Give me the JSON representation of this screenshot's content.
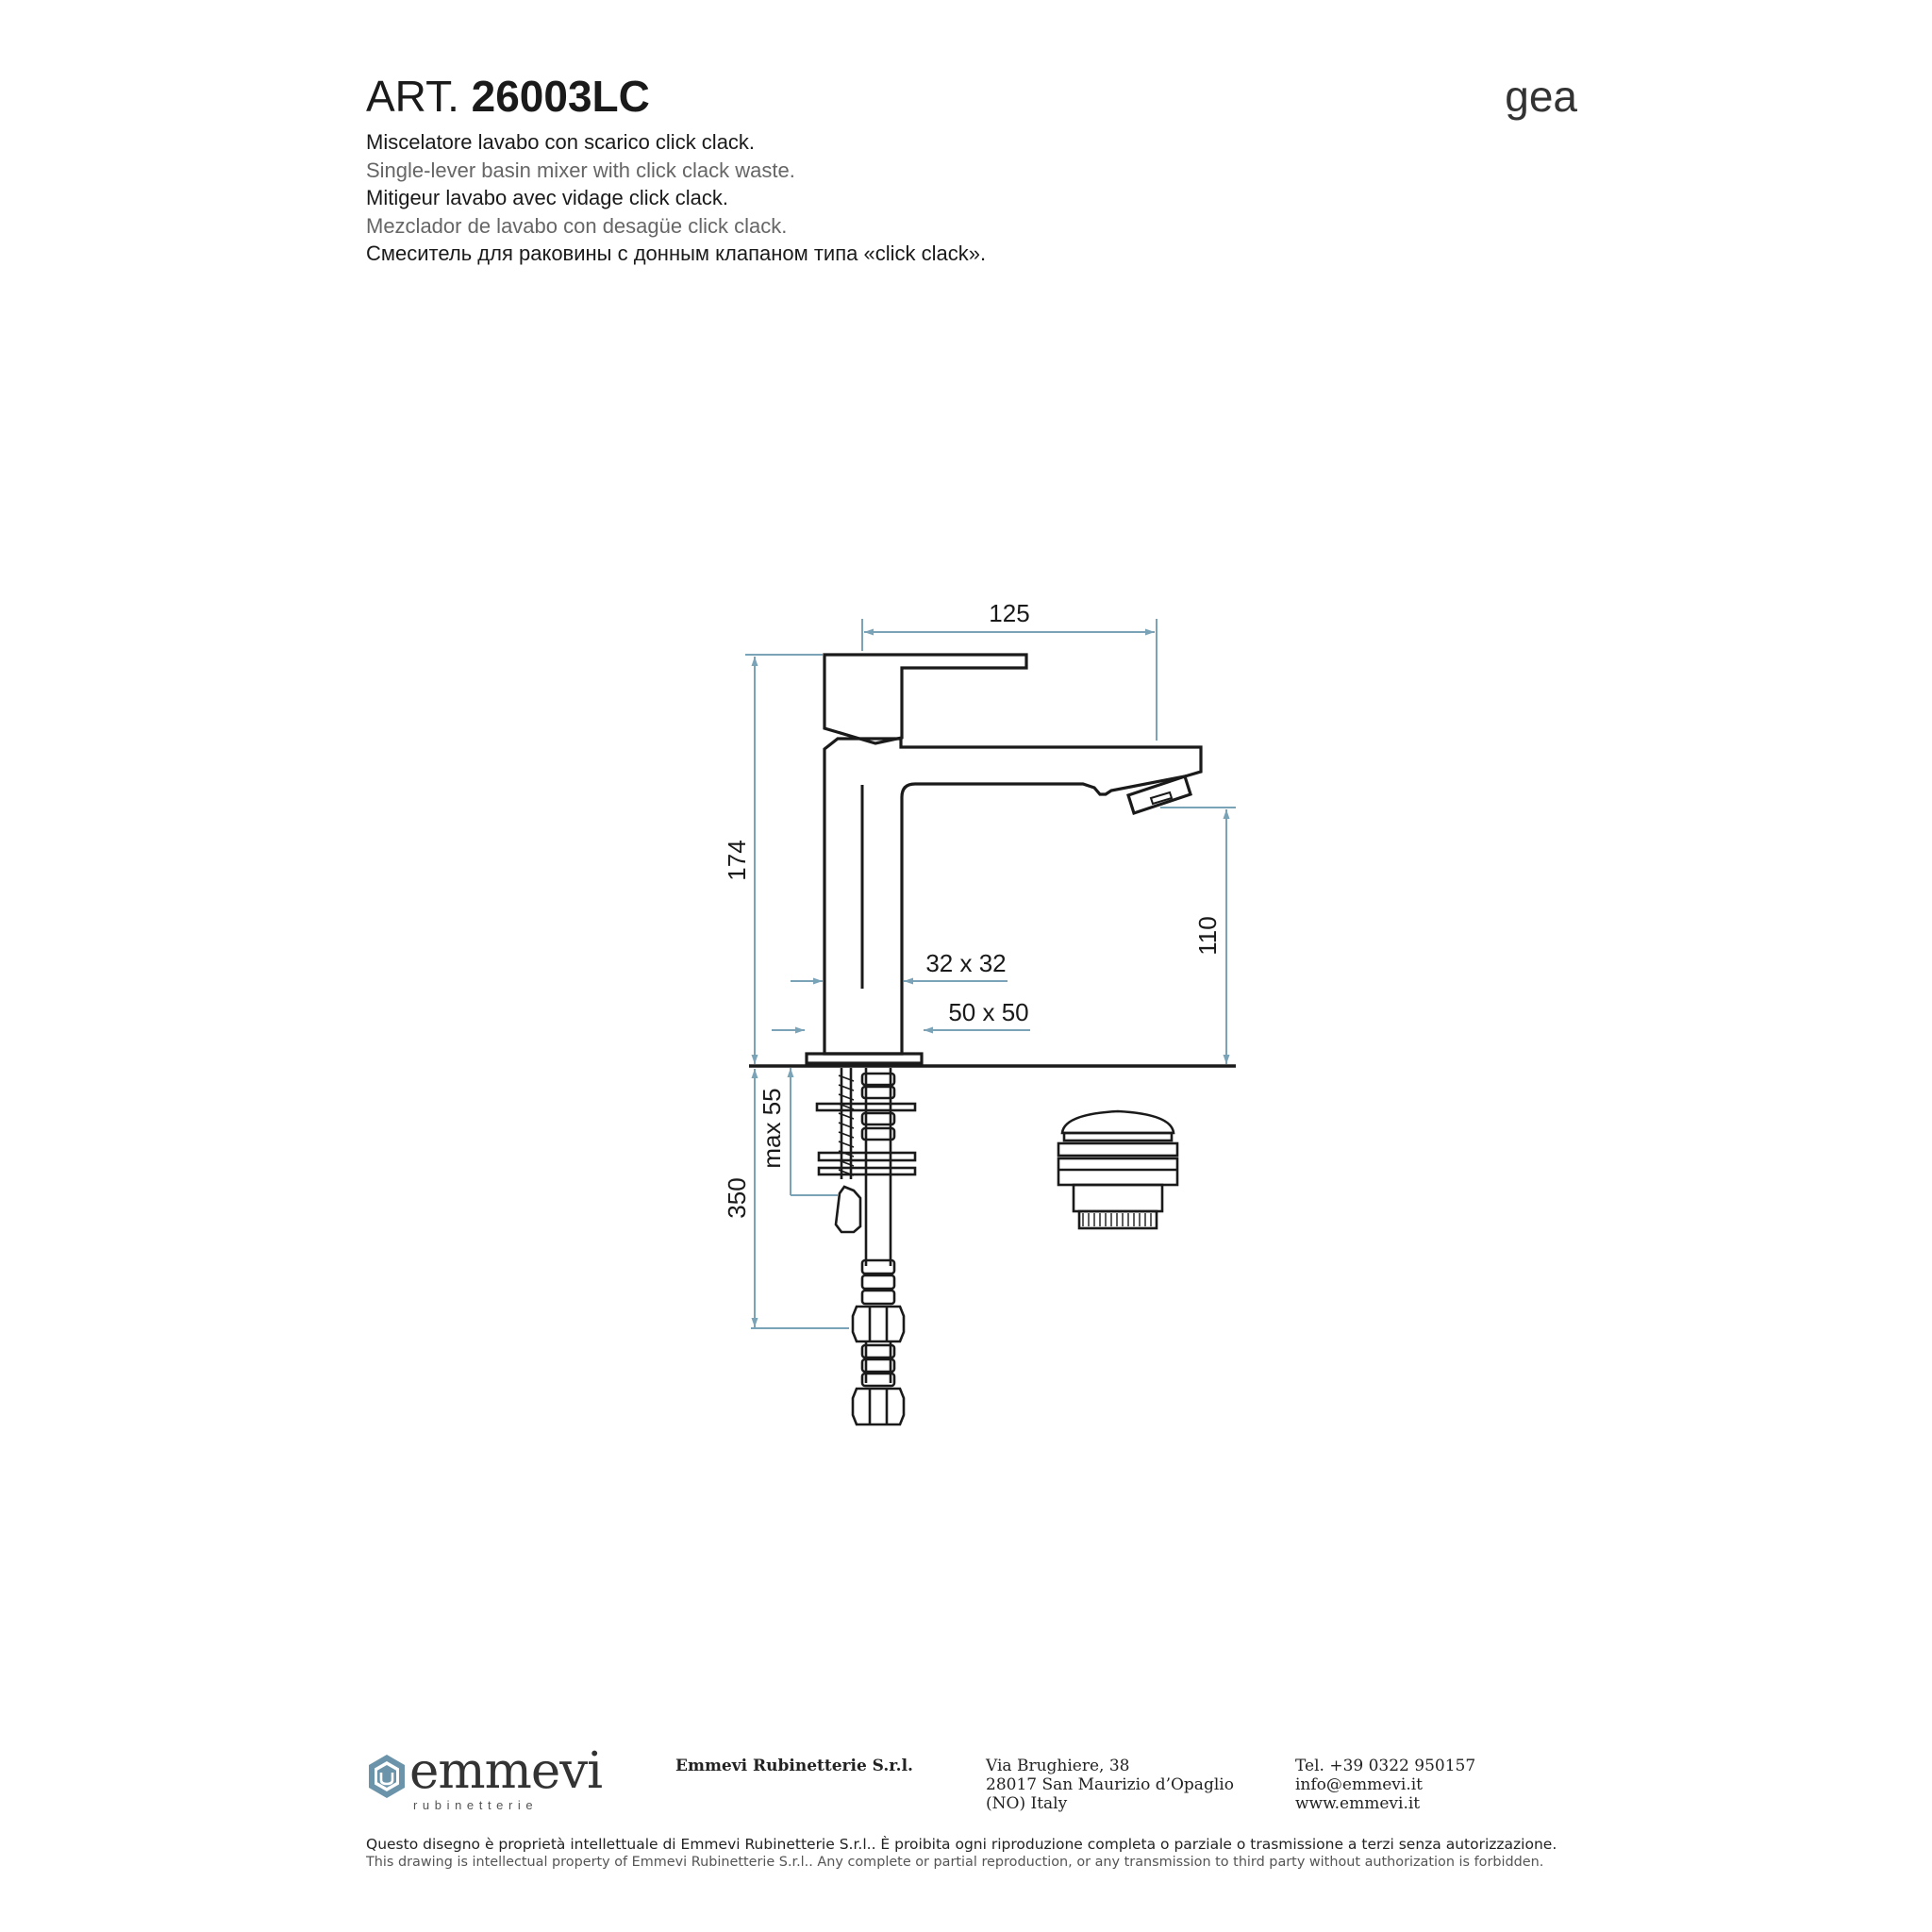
{
  "header": {
    "art_prefix": "ART.",
    "art_code": "26003LC",
    "collection": "gea"
  },
  "descriptions": [
    "Miscelatore lavabo con scarico click clack.",
    "Single-lever basin mixer with click clack waste.",
    "Mitigeur lavabo avec vidage click clack.",
    "Mezclador de lavabo con desagüe click clack.",
    "Смеситель для раковины с донным клапаном типа «click clack»."
  ],
  "dimensions": {
    "spout_reach": "125",
    "total_height": "174",
    "spout_height": "110",
    "body_section": "32 x 32",
    "base_section": "50 x 50",
    "max_thickness": "max 55",
    "hose_length": "350"
  },
  "colors": {
    "line": "#1a1a1a",
    "dimension": "#7ba3b8",
    "logo": "#6b94aa"
  },
  "footer": {
    "logo_word": "emmevi",
    "logo_sub": "rubinetterie",
    "company": "Emmevi Rubinetterie S.r.l.",
    "address": [
      "Via Brughiere, 38",
      "28017 San Maurizio d’Opaglio",
      "(NO) Italy"
    ],
    "contact": [
      "Tel. +39 0322 950157",
      "info@emmevi.it",
      "www.emmevi.it"
    ],
    "legal_it": "Questo disegno è proprietà intellettuale di Emmevi Rubinetterie S.r.l.. È proibita ogni riproduzione completa o parziale o trasmissione a terzi senza autorizzazione.",
    "legal_en": "This drawing is intellectual property of Emmevi Rubinetterie S.r.l.. Any complete or partial reproduction, or any transmission to third party without authorization is forbidden."
  }
}
